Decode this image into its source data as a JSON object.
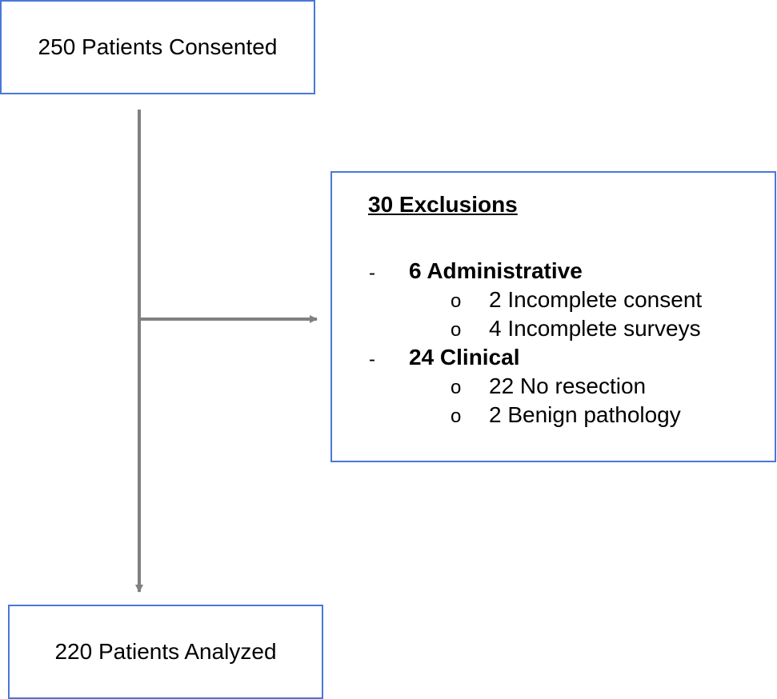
{
  "boxes": {
    "consented": "250 Patients Consented",
    "analyzed": "220 Patients Analyzed",
    "exclusions": {
      "title": "30 Exclusions",
      "groups": [
        {
          "marker": "-",
          "label": "6 Administrative",
          "items": [
            {
              "marker": "o",
              "text": "2 Incomplete consent"
            },
            {
              "marker": "o",
              "text": "4 Incomplete surveys"
            }
          ]
        },
        {
          "marker": "-",
          "label": "24 Clinical",
          "items": [
            {
              "marker": "o",
              "text": "22 No resection"
            },
            {
              "marker": "o",
              "text": "2 Benign pathology"
            }
          ]
        }
      ]
    }
  },
  "colors": {
    "box_border": "#4a78d8",
    "arrow": "#808080"
  }
}
